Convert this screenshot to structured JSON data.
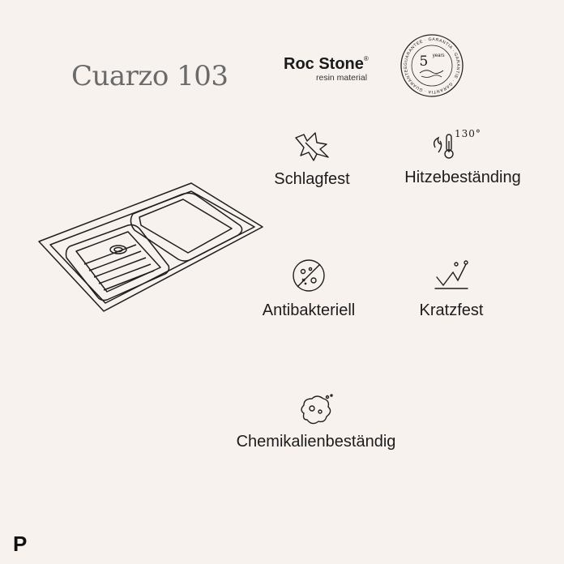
{
  "title": "Cuarzo 103",
  "brand": {
    "name": "Roc Stone",
    "registered": "®",
    "subtitle": "resin material"
  },
  "seal": {
    "years_number": "5",
    "years_word": "years",
    "ring_text": "GUARANTEE · GARANTIA · GARANTIE · GARANTIA · GUARANTEE · GARANTIA"
  },
  "features": [
    {
      "label": "Schlagfest",
      "icon": "impact-icon"
    },
    {
      "label": "Hitzebeständing",
      "icon": "heat-thermometer-icon",
      "icon_text": "130°"
    },
    {
      "label": "Antibakteriell",
      "icon": "antibacterial-icon"
    },
    {
      "label": "Kratzfest",
      "icon": "scratch-resistant-icon"
    },
    {
      "label": "Chemikalienbeständig",
      "icon": "chemical-resistant-icon"
    }
  ],
  "corner_logo": "P"
}
